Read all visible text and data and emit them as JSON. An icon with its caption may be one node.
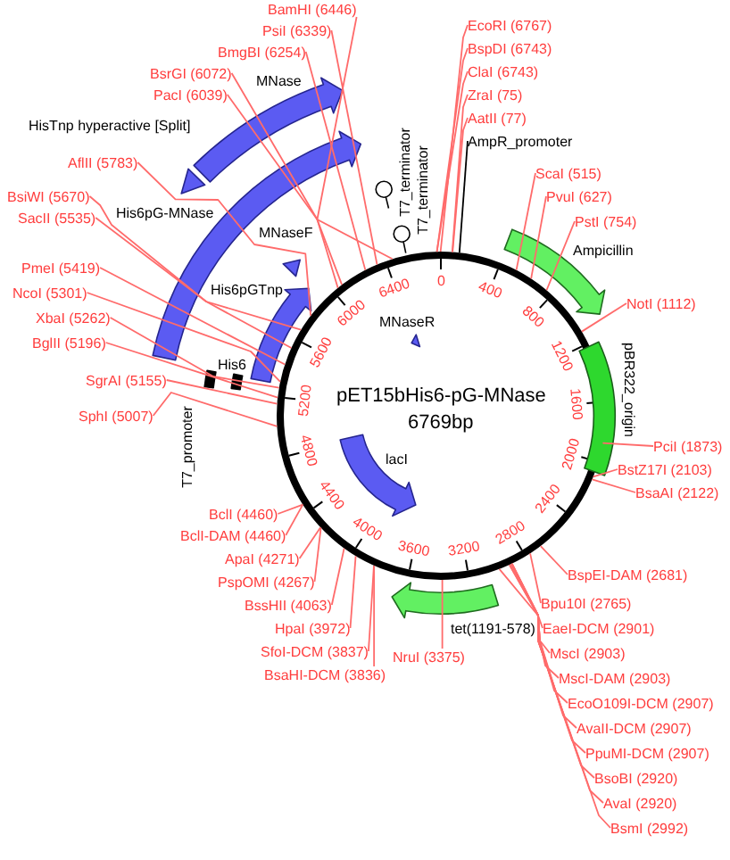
{
  "diagram": {
    "nodes": [
      {
        "text": [
          "pET15bHis6-pG-MNase",
          "6769bp"
        ]
      },
      {
        "text": [
          "MNaseR"
        ],
        "in": 0
      },
      {
        "text": [
          "lacI"
        ],
        "in": 0
      },
      {
        "text": [
          "MNase"
        ]
      },
      {
        "text": [
          "HisTnp hyperactive [Split]"
        ]
      },
      {
        "text": [
          "His6pG-MNase"
        ]
      },
      {
        "text": [
          "MNaseF"
        ]
      },
      {
        "text": [
          "His6pGTnp"
        ]
      },
      {
        "text": [
          "His6"
        ]
      },
      {
        "text": [
          "T7_promoter"
        ]
      },
      {
        "text": [
          "T7_terminator"
        ]
      },
      {
        "text": [
          "T7_terminator"
        ]
      },
      {
        "text": [
          "AmpR_promoter"
        ]
      },
      {
        "text": [
          "Ampicillin"
        ]
      },
      {
        "text": [
          "pBR322_origin"
        ]
      },
      {
        "text": [
          "tet(1191-578)"
        ]
      },
      {
        "text": [
          "EcoRI (6767)"
        ]
      },
      {
        "text": [
          "BspDI (6743)"
        ]
      },
      {
        "text": [
          "ClaI (6743)"
        ]
      },
      {
        "text": [
          "ZraI (75)"
        ]
      },
      {
        "text": [
          "AatII (77)"
        ]
      },
      {
        "text": [
          "ScaI (515)"
        ]
      },
      {
        "text": [
          "PvuI (627)"
        ]
      },
      {
        "text": [
          "PstI (754)"
        ]
      },
      {
        "text": [
          "NotI (1112)"
        ]
      },
      {
        "text": [
          "PciI (1873)"
        ]
      },
      {
        "text": [
          "BstZ17I (2103)"
        ]
      },
      {
        "text": [
          "BsaAI (2122)"
        ]
      },
      {
        "text": [
          "BspEI-DAM (2681)"
        ]
      },
      {
        "text": [
          "Bpu10I (2765)"
        ]
      },
      {
        "text": [
          "EaeI-DCM (2901)"
        ]
      },
      {
        "text": [
          "MscI (2903)"
        ]
      },
      {
        "text": [
          "MscI-DAM (2903)"
        ]
      },
      {
        "text": [
          "EcoO109I-DCM (2907)"
        ]
      },
      {
        "text": [
          "AvaII-DCM (2907)"
        ]
      },
      {
        "text": [
          "PpuMI-DCM (2907)"
        ]
      },
      {
        "text": [
          "BsoBI (2920)"
        ]
      },
      {
        "text": [
          "AvaI (2920)"
        ]
      },
      {
        "text": [
          "BsmI (2992)"
        ]
      },
      {
        "text": [
          "NruI (3375)"
        ]
      },
      {
        "text": [
          "BsaHI-DCM (3836)"
        ]
      },
      {
        "text": [
          "SfoI-DCM (3837)"
        ]
      },
      {
        "text": [
          "HpaI (3972)"
        ]
      },
      {
        "text": [
          "BssHII (4063)"
        ]
      },
      {
        "text": [
          "PspOMI (4267)"
        ]
      },
      {
        "text": [
          "ApaI (4271)"
        ]
      },
      {
        "text": [
          "BclI (4460)"
        ]
      },
      {
        "text": [
          "BclI-DAM (4460)"
        ]
      },
      {
        "text": [
          "SphI (5007)"
        ]
      },
      {
        "text": [
          "SgrAI (5155)"
        ]
      },
      {
        "text": [
          "BglII (5196)"
        ]
      },
      {
        "text": [
          "XbaI (5262)"
        ]
      },
      {
        "text": [
          "NcoI (5301)"
        ]
      },
      {
        "text": [
          "PmeI (5419)"
        ]
      },
      {
        "text": [
          "SacII (5535)"
        ]
      },
      {
        "text": [
          "BsiWI (5670)"
        ]
      },
      {
        "text": [
          "AflII (5783)"
        ]
      },
      {
        "text": [
          "PacI (6039)"
        ]
      },
      {
        "text": [
          "BsrGI (6072)"
        ]
      },
      {
        "text": [
          "BmgBI (6254)"
        ]
      },
      {
        "text": [
          "PsiI (6339)"
        ]
      },
      {
        "text": [
          "BamHI (6446)"
        ]
      }
    ],
    "edges": [
      {
        "from": 12,
        "to": 0,
        "arrow": "none",
        "color": "#000000"
      },
      {
        "from": 16,
        "to": 0,
        "arrow": "none"
      },
      {
        "from": 17,
        "to": 0,
        "arrow": "none"
      },
      {
        "from": 18,
        "to": 0,
        "arrow": "none"
      },
      {
        "from": 19,
        "to": 0,
        "arrow": "none"
      },
      {
        "from": 20,
        "to": 0,
        "arrow": "none"
      },
      {
        "from": 21,
        "to": 0,
        "arrow": "none"
      },
      {
        "from": 22,
        "to": 0,
        "arrow": "none"
      },
      {
        "from": 23,
        "to": 0,
        "arrow": "none"
      },
      {
        "from": 24,
        "to": 0,
        "arrow": "none"
      },
      {
        "from": 25,
        "to": 0,
        "arrow": "none"
      },
      {
        "from": 26,
        "to": 0,
        "arrow": "none"
      },
      {
        "from": 27,
        "to": 0,
        "arrow": "none"
      },
      {
        "from": 28,
        "to": 0,
        "arrow": "none"
      },
      {
        "from": 29,
        "to": 0,
        "arrow": "none"
      },
      {
        "from": 30,
        "to": 0,
        "arrow": "none"
      },
      {
        "from": 31,
        "to": 0,
        "arrow": "none"
      },
      {
        "from": 32,
        "to": 0,
        "arrow": "none"
      },
      {
        "from": 33,
        "to": 0,
        "arrow": "none"
      },
      {
        "from": 34,
        "to": 0,
        "arrow": "none"
      },
      {
        "from": 35,
        "to": 0,
        "arrow": "none"
      },
      {
        "from": 36,
        "to": 0,
        "arrow": "none"
      },
      {
        "from": 37,
        "to": 0,
        "arrow": "none"
      },
      {
        "from": 38,
        "to": 0,
        "arrow": "none"
      },
      {
        "from": 39,
        "to": 0,
        "arrow": "none"
      },
      {
        "from": 40,
        "to": 0,
        "arrow": "none"
      },
      {
        "from": 41,
        "to": 0,
        "arrow": "none"
      },
      {
        "from": 42,
        "to": 0,
        "arrow": "none"
      },
      {
        "from": 43,
        "to": 0,
        "arrow": "none"
      },
      {
        "from": 44,
        "to": 0,
        "arrow": "none"
      },
      {
        "from": 45,
        "to": 0,
        "arrow": "none"
      },
      {
        "from": 46,
        "to": 0,
        "arrow": "none"
      },
      {
        "from": 47,
        "to": 0,
        "arrow": "none"
      },
      {
        "from": 48,
        "to": 0,
        "arrow": "none"
      },
      {
        "from": 49,
        "to": 0,
        "arrow": "none"
      },
      {
        "from": 50,
        "to": 0,
        "arrow": "none"
      },
      {
        "from": 51,
        "to": 0,
        "arrow": "none"
      },
      {
        "from": 52,
        "to": 0,
        "arrow": "none"
      },
      {
        "from": 53,
        "to": 0,
        "arrow": "none"
      },
      {
        "from": 54,
        "to": 0,
        "arrow": "none"
      },
      {
        "from": 55,
        "to": 0,
        "arrow": "none"
      },
      {
        "from": 56,
        "to": 0,
        "arrow": "none"
      },
      {
        "from": 57,
        "to": 0,
        "arrow": "none"
      },
      {
        "from": 58,
        "to": 0,
        "arrow": "none"
      },
      {
        "from": 59,
        "to": 0,
        "arrow": "none"
      },
      {
        "from": 60,
        "to": 0,
        "arrow": "none"
      },
      {
        "from": 61,
        "to": 0,
        "arrow": "none"
      }
    ],
    "labels": [
      "0",
      "400",
      "800",
      "1200",
      "1600",
      "2000",
      "2400",
      "2800",
      "3200",
      "3600",
      "4000",
      "4400",
      "4800",
      "5200",
      "5600",
      "6000",
      "6400"
    ]
  }
}
